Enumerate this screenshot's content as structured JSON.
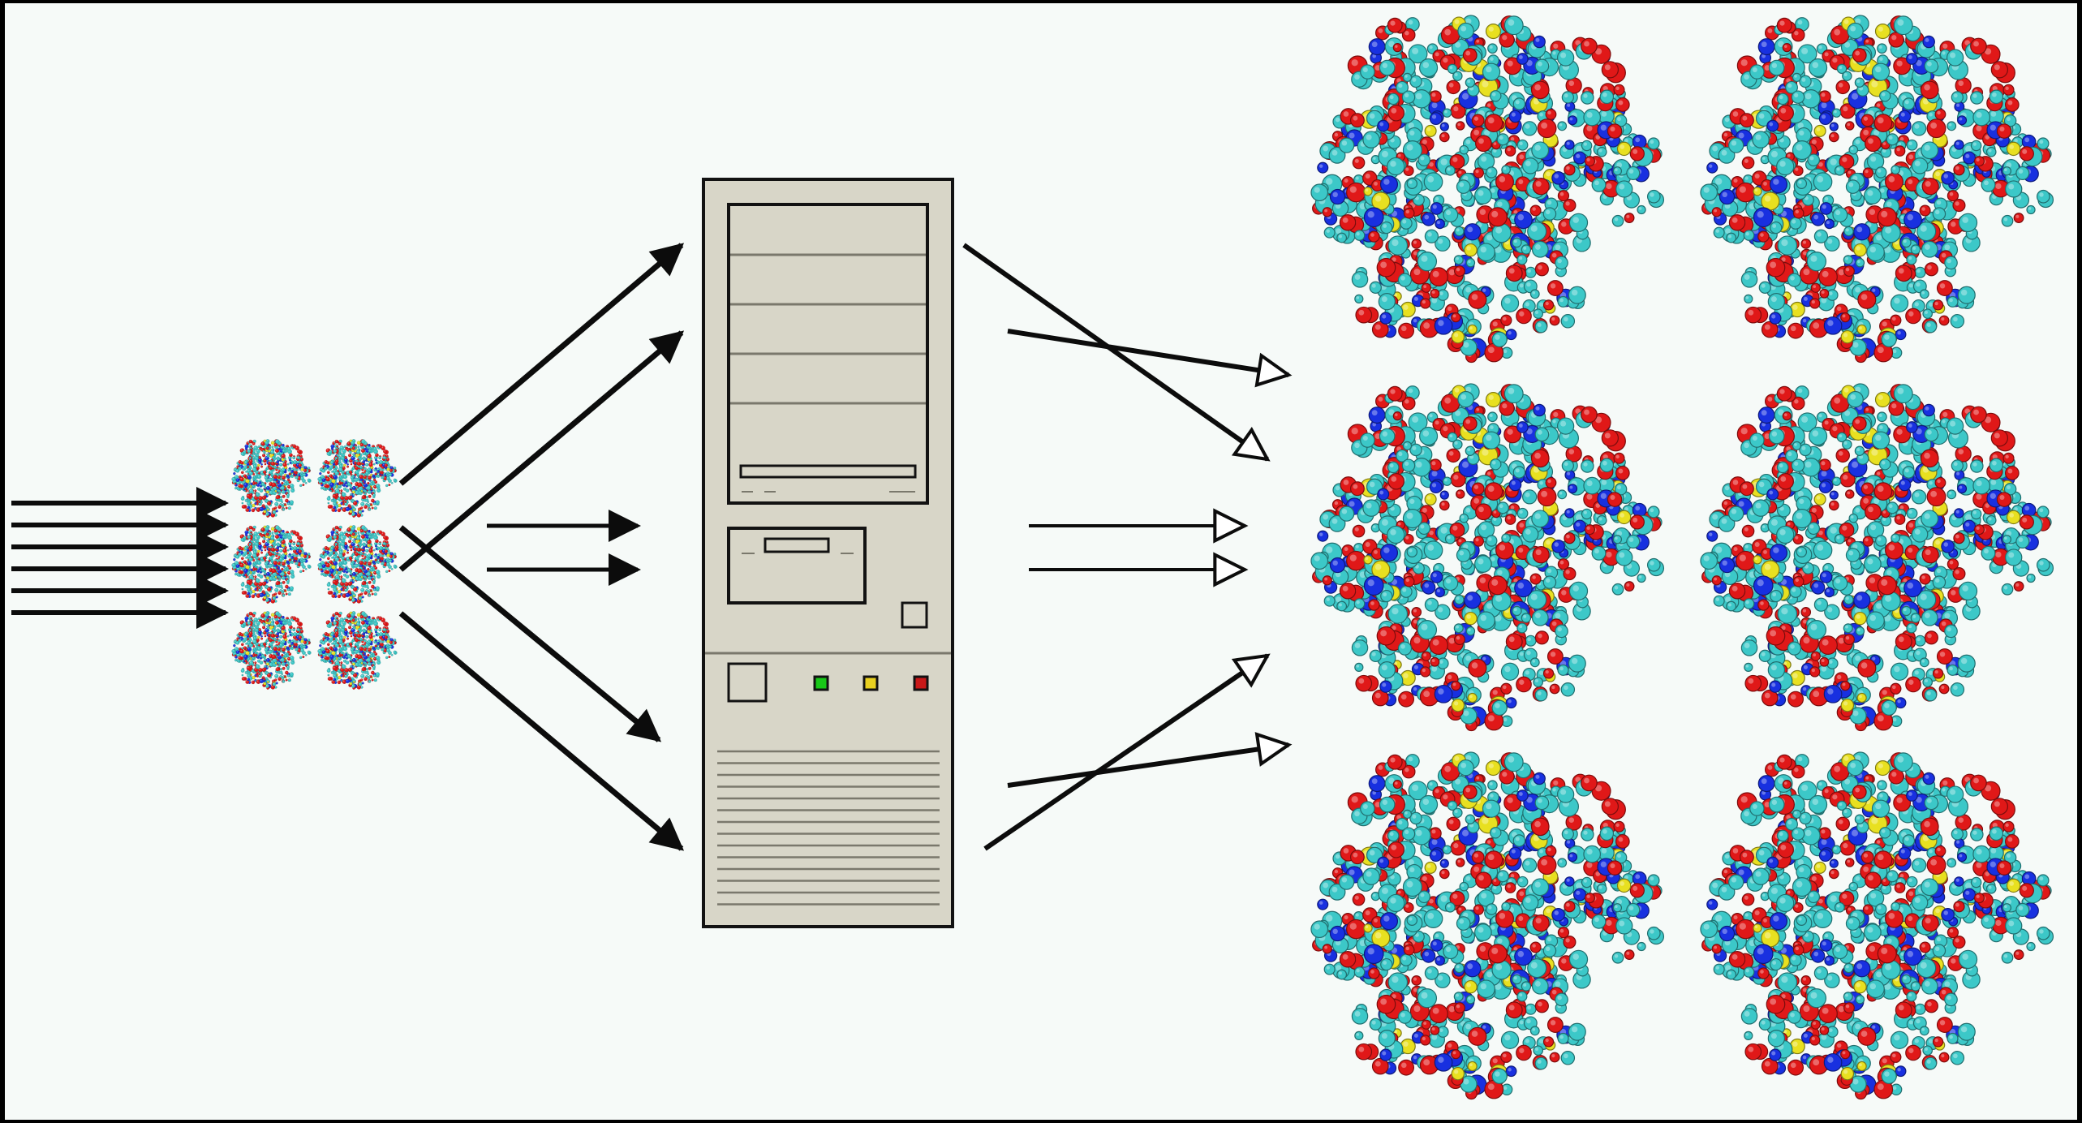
{
  "diagram": {
    "description_free": true,
    "colors": {
      "frame": "#000000",
      "background": "#f6faf8",
      "arrow": "#0c0c0c",
      "computer_body": "#d8d6c8",
      "computer_outline": "#121212",
      "led_green": "#18c818",
      "led_yellow": "#e8d020",
      "led_red": "#c81818",
      "atom_cyan": "#3cc8c8",
      "atom_red": "#e01818",
      "atom_blue": "#1830e0",
      "atom_yellow": "#e8e020"
    },
    "icons": {
      "small_molecule": "protein-molecule-icon",
      "computer": "desktop-tower-computer-icon",
      "large_molecule": "protein-molecule-icon"
    },
    "groups": [
      {
        "name": "input-arrows",
        "count": 6,
        "head": "filled"
      },
      {
        "name": "small-molecule-grid",
        "rows": 3,
        "cols": 2
      },
      {
        "name": "arrows-into-computer",
        "count": 6,
        "head": "filled"
      },
      {
        "name": "computer",
        "count": 1
      },
      {
        "name": "arrows-out-of-computer",
        "count": 6,
        "head": "hollow"
      },
      {
        "name": "large-molecule-grid",
        "rows": 3,
        "cols": 2
      }
    ]
  }
}
